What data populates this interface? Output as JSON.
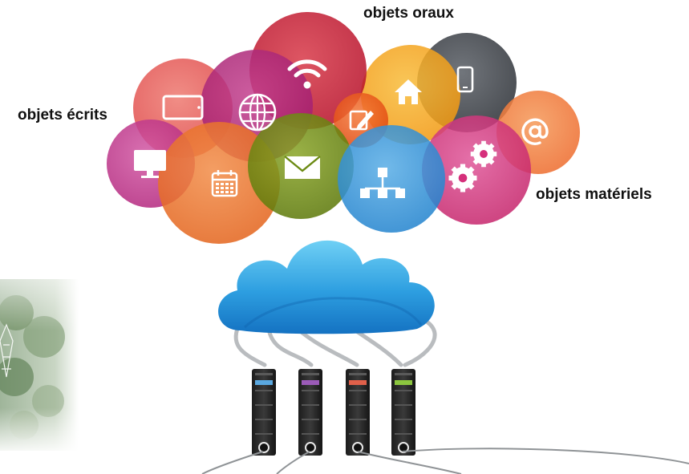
{
  "labels": {
    "oral": "objets oraux",
    "written": "objets écrits",
    "material": "objets matériels"
  },
  "bubbles": [
    {
      "name": "tablet-bubble",
      "color": "#e95a5a",
      "icon": "tablet-icon"
    },
    {
      "name": "globe-bubble",
      "color": "#b7297e",
      "icon": "globe-icon"
    },
    {
      "name": "wifi-bubble",
      "color": "#cf1f37",
      "icon": "wifi-icon"
    },
    {
      "name": "home-bubble",
      "color": "#f4a31b",
      "icon": "home-icon"
    },
    {
      "name": "phone-bubble",
      "color": "#3a3f48",
      "icon": "smartphone-icon"
    },
    {
      "name": "edit-bubble",
      "color": "#ef5a1c",
      "icon": "edit-icon"
    },
    {
      "name": "monitor-bubble",
      "color": "#c7338f",
      "icon": "monitor-icon"
    },
    {
      "name": "calendar-bubble",
      "color": "#ea7129",
      "icon": "calendar-icon"
    },
    {
      "name": "mail-bubble",
      "color": "#6b8a12",
      "icon": "mail-icon"
    },
    {
      "name": "network-bubble",
      "color": "#2f8fd6",
      "icon": "network-icon"
    },
    {
      "name": "gears-bubble",
      "color": "#d52f7b",
      "icon": "gears-icon"
    },
    {
      "name": "at-bubble",
      "color": "#f0753a",
      "icon": "at-sign-icon"
    }
  ],
  "servers": [
    {
      "name": "server-blue",
      "accent": "#5aa8e0"
    },
    {
      "name": "server-purple",
      "accent": "#9b5bb8"
    },
    {
      "name": "server-red",
      "accent": "#e0604a"
    },
    {
      "name": "server-green",
      "accent": "#8cc63f"
    }
  ],
  "cloud_color": "#2d9ee0"
}
